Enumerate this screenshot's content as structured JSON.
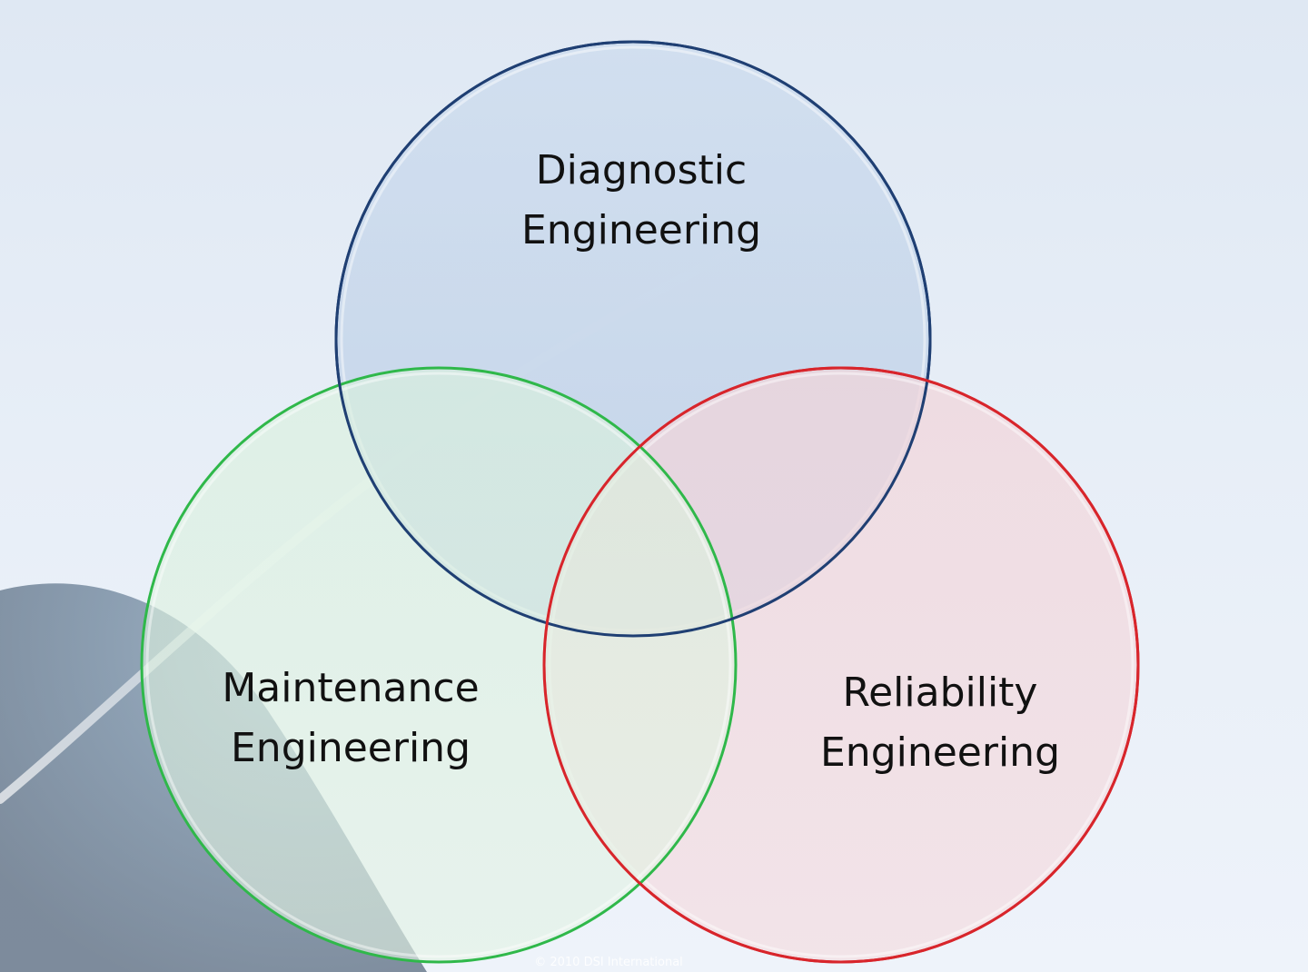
{
  "diagram": {
    "type": "venn",
    "circles": [
      {
        "id": "diagnostic",
        "lines": [
          "Diagnostic",
          "Engineering"
        ],
        "fill": "#c9d9ec",
        "stroke": "#1f3f73"
      },
      {
        "id": "maintenance",
        "lines": [
          "Maintenance",
          "Engineering"
        ],
        "fill": "#d3ecd6",
        "stroke": "#2fb84a"
      },
      {
        "id": "reliability",
        "lines": [
          "Reliability",
          "Engineering"
        ],
        "fill": "#f0d4d9",
        "stroke": "#d8252b"
      }
    ]
  },
  "footer": {
    "copyright": "© 2010 DSI International"
  }
}
